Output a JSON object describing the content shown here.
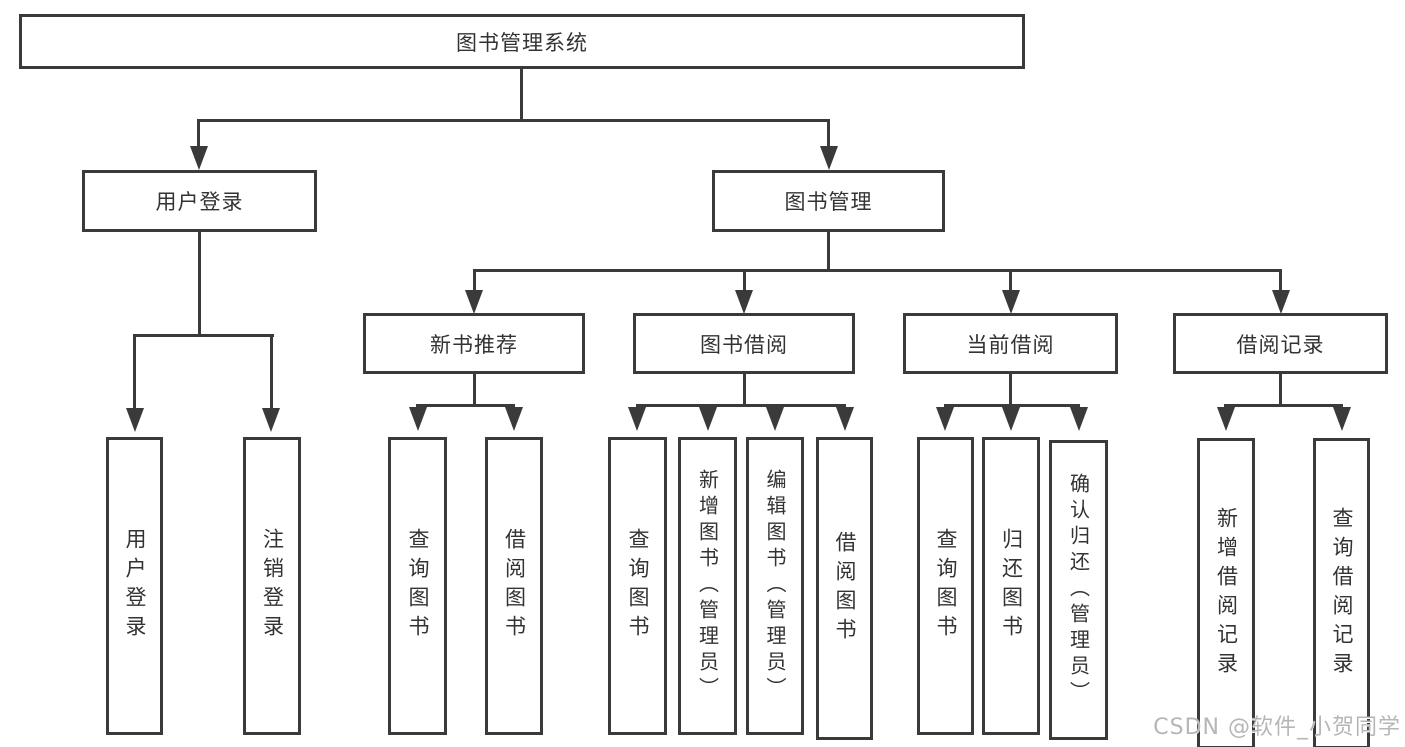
{
  "colors": {
    "line": "#3a3a3a",
    "text": "#333333",
    "background": "#ffffff",
    "watermark": "#b6b6b6"
  },
  "watermark": {
    "text": "CSDN @软件_小贺同学"
  },
  "tree": {
    "root": {
      "label": "图书管理系统"
    },
    "branches": [
      {
        "label": "用户登录",
        "children": [
          {
            "label": "用户登录"
          },
          {
            "label": "注销登录"
          }
        ]
      },
      {
        "label": "图书管理",
        "children": [
          {
            "label": "新书推荐",
            "children": [
              {
                "label": "查询图书"
              },
              {
                "label": "借阅图书"
              }
            ]
          },
          {
            "label": "图书借阅",
            "children": [
              {
                "label": "查询图书"
              },
              {
                "label": "新增图书（管理员）"
              },
              {
                "label": "编辑图书（管理员）"
              },
              {
                "label": "借阅图书"
              }
            ]
          },
          {
            "label": "当前借阅",
            "children": [
              {
                "label": "查询图书"
              },
              {
                "label": "归还图书"
              },
              {
                "label": "确认归还（管理员）"
              }
            ]
          },
          {
            "label": "借阅记录",
            "children": [
              {
                "label": "新增借阅记录"
              },
              {
                "label": "查询借阅记录"
              }
            ]
          }
        ]
      }
    ]
  }
}
